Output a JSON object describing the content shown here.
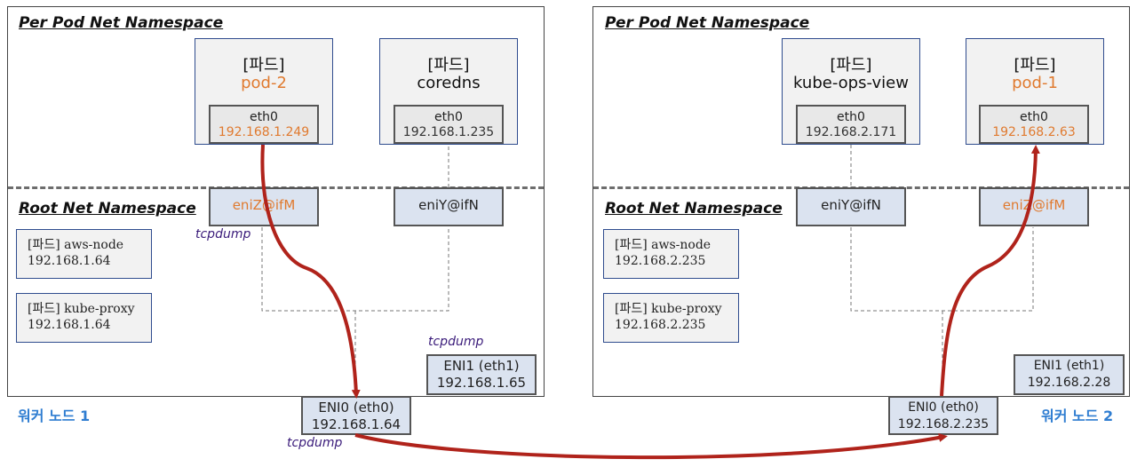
{
  "diagram": {
    "left_node": {
      "pod_ns_title": "Per Pod  Net Namespace",
      "root_ns_title": "Root Net Namespace",
      "pods": [
        {
          "tag": "[파드]",
          "name": "pod-2",
          "eth_label": "eth0",
          "eth_ip": "192.168.1.249"
        },
        {
          "tag": "[파드]",
          "name": "coredns",
          "eth_label": "eth0",
          "eth_ip": "192.168.1.235"
        }
      ],
      "veths": [
        "eniZ@ifM",
        "eniY@ifN"
      ],
      "system_pods": [
        {
          "line1": "[파드] aws-node",
          "line2": "192.168.1.64"
        },
        {
          "line1": "[파드] kube-proxy",
          "line2": "192.168.1.64"
        }
      ],
      "eni1": {
        "label": "ENI1 (eth1)",
        "ip": "192.168.1.65"
      },
      "eni0": {
        "label": "ENI0 (eth0)",
        "ip": "192.168.1.64"
      },
      "worker_label": "워커 노드 1"
    },
    "right_node": {
      "pod_ns_title": "Per Pod  Net Namespace",
      "root_ns_title": "Root Net Namespace",
      "pods": [
        {
          "tag": "[파드]",
          "name": "kube-ops-view",
          "eth_label": "eth0",
          "eth_ip": "192.168.2.171"
        },
        {
          "tag": "[파드]",
          "name": "pod-1",
          "eth_label": "eth0",
          "eth_ip": "192.168.2.63"
        }
      ],
      "veths": [
        "eniY@ifN",
        "eniZ@ifM"
      ],
      "system_pods": [
        {
          "line1": "[파드] aws-node",
          "line2": "192.168.2.235"
        },
        {
          "line1": "[파드] kube-proxy",
          "line2": "192.168.2.235"
        }
      ],
      "eni1": {
        "label": "ENI1 (eth1)",
        "ip": "192.168.2.28"
      },
      "eni0": {
        "label": "ENI0 (eth0)",
        "ip": "192.168.2.235"
      },
      "worker_label": "워커 노드 2"
    },
    "tcpdump_labels": [
      "tcpdump",
      "tcpdump",
      "tcpdump"
    ],
    "colors": {
      "highlight": "#e07a2f",
      "arrow": "#b0231b",
      "worker": "#2f7dd1",
      "tcpdump": "#3a1b7a",
      "pod_border": "#2f4c8e"
    }
  }
}
